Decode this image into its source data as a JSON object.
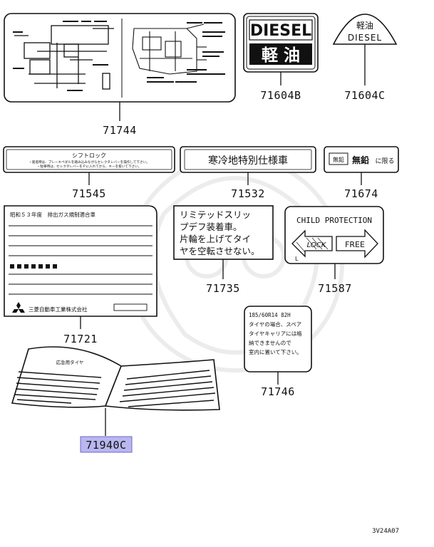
{
  "diagram_id": "3V24A07",
  "highlight_color": "#b9b6f0",
  "parts": {
    "p71744": "71744",
    "p71604B": "71604B",
    "p71604C": "71604C",
    "p71545": "71545",
    "p71532": "71532",
    "p71674": "71674",
    "p71721": "71721",
    "p71735": "71735",
    "p71587": "71587",
    "p71746": "71746",
    "p71940C": "71940C"
  },
  "labels": {
    "diesel_en": "DIESEL",
    "diesel_jp": "軽 油",
    "diesel_c_jp": "軽油",
    "diesel_c_en": "DIESEL",
    "shift_lock_title": "シフトロック",
    "shift_lock_line1": "・発進時は、ブレーキペダルを踏み込みながらセレクタレバーを操作して下さい。",
    "shift_lock_line2": "・駐車時は、セレクタレバーをＰに入れてから、キーを抜いて下さい。",
    "cold_spec": "寒冷地特別仕様車",
    "unleaded_icon": "無鉛",
    "unleaded_text": "無鉛",
    "unleaded_suffix": "に限る",
    "emission_title": "昭和５３年度　排出ガス規制適合車",
    "maker": "三菱自動車工業株式会社",
    "lsd_line1": "リミテッドスリッ",
    "lsd_line2": "プデフ装着車。",
    "lsd_line3": "片輪を上げてタイ",
    "lsd_line4": "ヤを空転させない。",
    "child_title": "CHILD PROTECTION",
    "child_lock": "LOCK",
    "child_free": "FREE",
    "child_l": "L",
    "tire_size": "185/60R14  82H",
    "tire_line1": "タイヤの場合、スペア",
    "tire_line2": "タイヤキャリアには格",
    "tire_line3": "納できませんので",
    "tire_line4": "室内に置いて下さい。",
    "spare_title": "応急用タイヤ"
  }
}
